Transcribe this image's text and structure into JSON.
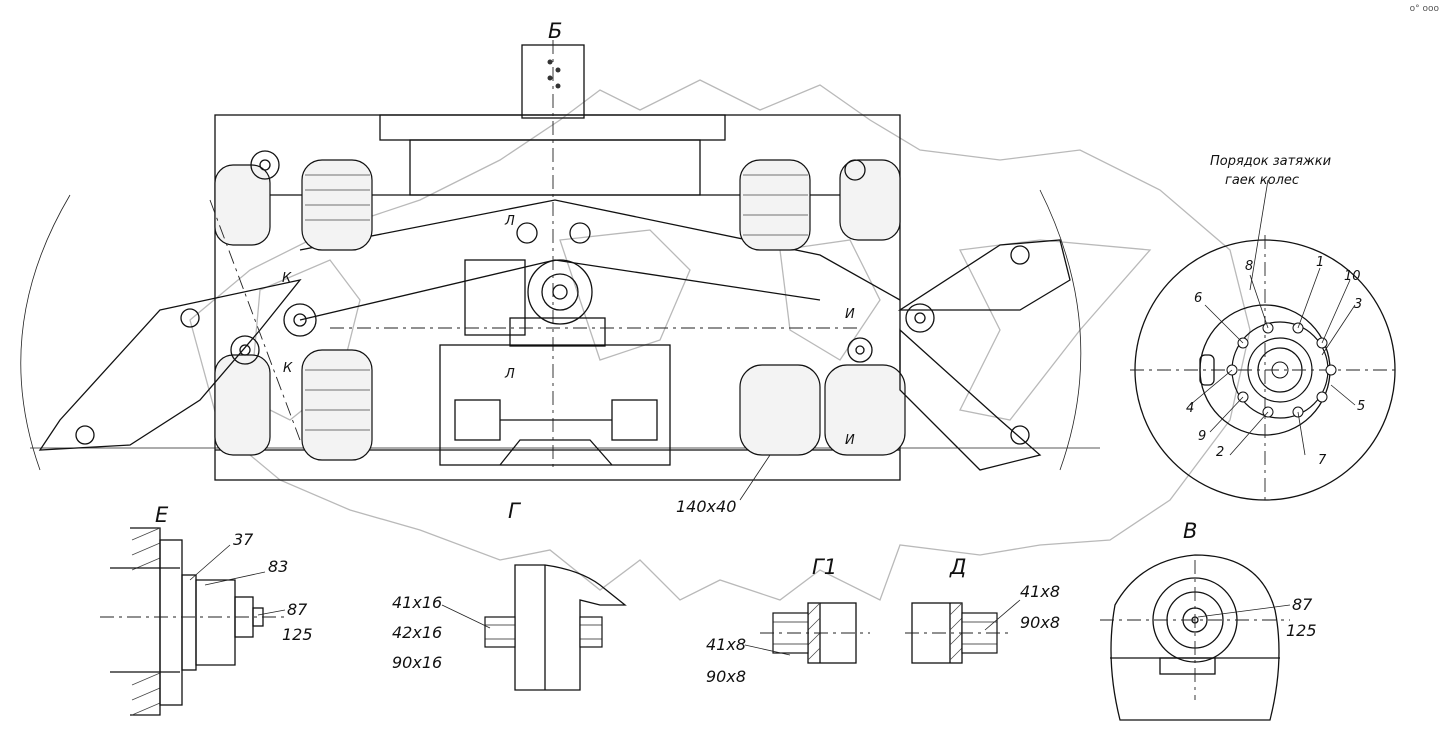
{
  "corner_mark": "о° ооо",
  "views": {
    "b": "Б",
    "g": "Г",
    "g1": "Г1",
    "d": "Д",
    "e": "Е",
    "v": "В"
  },
  "markers": {
    "l1": "Л",
    "l2": "Л",
    "k1": "К",
    "k2": "К",
    "i1": "И",
    "i2": "И"
  },
  "tightening": {
    "title_line1": "Порядок затяжки",
    "title_line2": "гаек колес",
    "numbers": [
      "1",
      "2",
      "3",
      "4",
      "5",
      "6",
      "7",
      "8",
      "9",
      "10"
    ]
  },
  "callouts": {
    "main_140x40": "140x40",
    "e_37": "37",
    "e_83": "83",
    "e_87": "87",
    "e_125": "125",
    "g_41x16": "41x16",
    "g_42x16": "42x16",
    "g_90x16": "90x16",
    "g1_41x8": "41x8",
    "g1_90x8": "90x8",
    "d_41x8": "41x8",
    "d_90x8": "90x8",
    "v_87": "87",
    "v_125": "125"
  }
}
